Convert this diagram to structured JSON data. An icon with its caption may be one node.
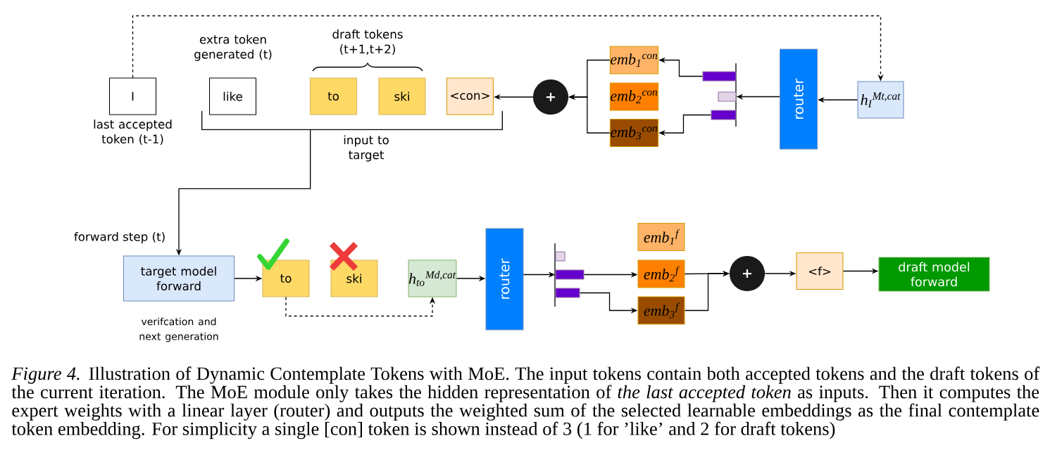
{
  "diagram": {
    "caption": "*Figure 4.* Illustration of Dynamic Contemplate Tokens with MoE. The input tokens contain both accepted tokens and the draft tokens of the current iteration. The MoE module only takes the hidden representation of *the last accepted token* as inputs. Then it computes the expert weights with a linear layer (router) and outputs the weighted sum of the selected learnable embeddings as the final contemplate token embedding. For simplicity a single [con] token is shown instead of 3 (1 for ’like’ and 2 for draft tokens)",
    "nodes": [
      {
        "text": [
          "I"
        ],
        "beside": [
          "last accepted token (t-1)"
        ]
      },
      {
        "text": [
          "like"
        ],
        "beside": [
          "extra token generated (t)"
        ]
      },
      {
        "text": [
          "to"
        ]
      },
      {
        "text": [
          "ski"
        ]
      },
      {
        "text": [
          "<con>"
        ]
      },
      {
        "text": [
          "+"
        ]
      },
      {
        "text": [
          "emb$_{1}$$^{con}$"
        ]
      },
      {
        "text": [
          "emb$_{2}$$^{con}$"
        ]
      },
      {
        "text": [
          "emb$_{3}$$^{con}$"
        ]
      },
      {
        "text": [],
        "shape": "bar"
      },
      {
        "text": [],
        "shape": "bar"
      },
      {
        "text": [],
        "shape": "bar"
      },
      {
        "text": [
          "router"
        ]
      },
      {
        "text": [
          "h$_{I}$$^{Mt,cat}$"
        ]
      },
      {
        "text": [
          "target model forward"
        ],
        "beside": [
          "verifcation and next generation"
        ]
      },
      {
        "text": [
          "to"
        ]
      },
      {
        "text": [
          "ski"
        ]
      },
      {
        "text": [
          "h$_{to}$$^{Md,cat}$"
        ]
      },
      {
        "text": [
          "router"
        ]
      },
      {
        "text": [],
        "shape": "bar"
      },
      {
        "text": [],
        "shape": "bar"
      },
      {
        "text": [],
        "shape": "bar"
      },
      {
        "text": [
          "emb$_{1}$$^{f}$"
        ]
      },
      {
        "text": [
          "emb$_{2}$$^{f}$"
        ]
      },
      {
        "text": [
          "emb$_{3}$$^{f}$"
        ]
      },
      {
        "text": [
          "+"
        ]
      },
      {
        "text": [
          "<f>"
        ]
      },
      {
        "text": [
          "draft model forward"
        ]
      },
      {
        "text": [],
        "shape": "bracket"
      }
    ],
    "edges": [
      {
        "from": 0,
        "to": 13,
        "arrow": "to",
        "style": "dashed"
      },
      {
        "from": 13,
        "to": 12,
        "arrow": "to"
      },
      {
        "from": 12,
        "to": 10,
        "arrow": "to"
      },
      {
        "from": 9,
        "to": 6,
        "arrow": "to"
      },
      {
        "from": 11,
        "to": 8,
        "arrow": "to"
      },
      {
        "from": 6,
        "to": 5,
        "arrow": "to"
      },
      {
        "from": 8,
        "to": 5,
        "arrow": "to"
      },
      {
        "from": 5,
        "to": 4,
        "arrow": "to"
      },
      {
        "from": 28,
        "to": 14,
        "arrow": "to",
        "label": "forward step (t)"
      },
      {
        "from": 14,
        "to": 15,
        "arrow": "to"
      },
      {
        "from": 15,
        "to": 17,
        "arrow": "to",
        "style": "dashed"
      },
      {
        "from": 17,
        "to": 18,
        "arrow": "to"
      },
      {
        "from": 18,
        "to": 20,
        "arrow": "to"
      },
      {
        "from": 20,
        "to": 23,
        "arrow": "to"
      },
      {
        "from": 21,
        "to": 24,
        "arrow": "to"
      },
      {
        "from": 23,
        "to": 25,
        "arrow": "to"
      },
      {
        "from": 24,
        "to": 25,
        "arrow": "to"
      },
      {
        "from": 25,
        "to": 26,
        "arrow": "to"
      },
      {
        "from": 26,
        "to": 27,
        "arrow": "to"
      }
    ],
    "labels": [
      "draft tokens (t+1,t+2)",
      "input to target"
    ]
  }
}
